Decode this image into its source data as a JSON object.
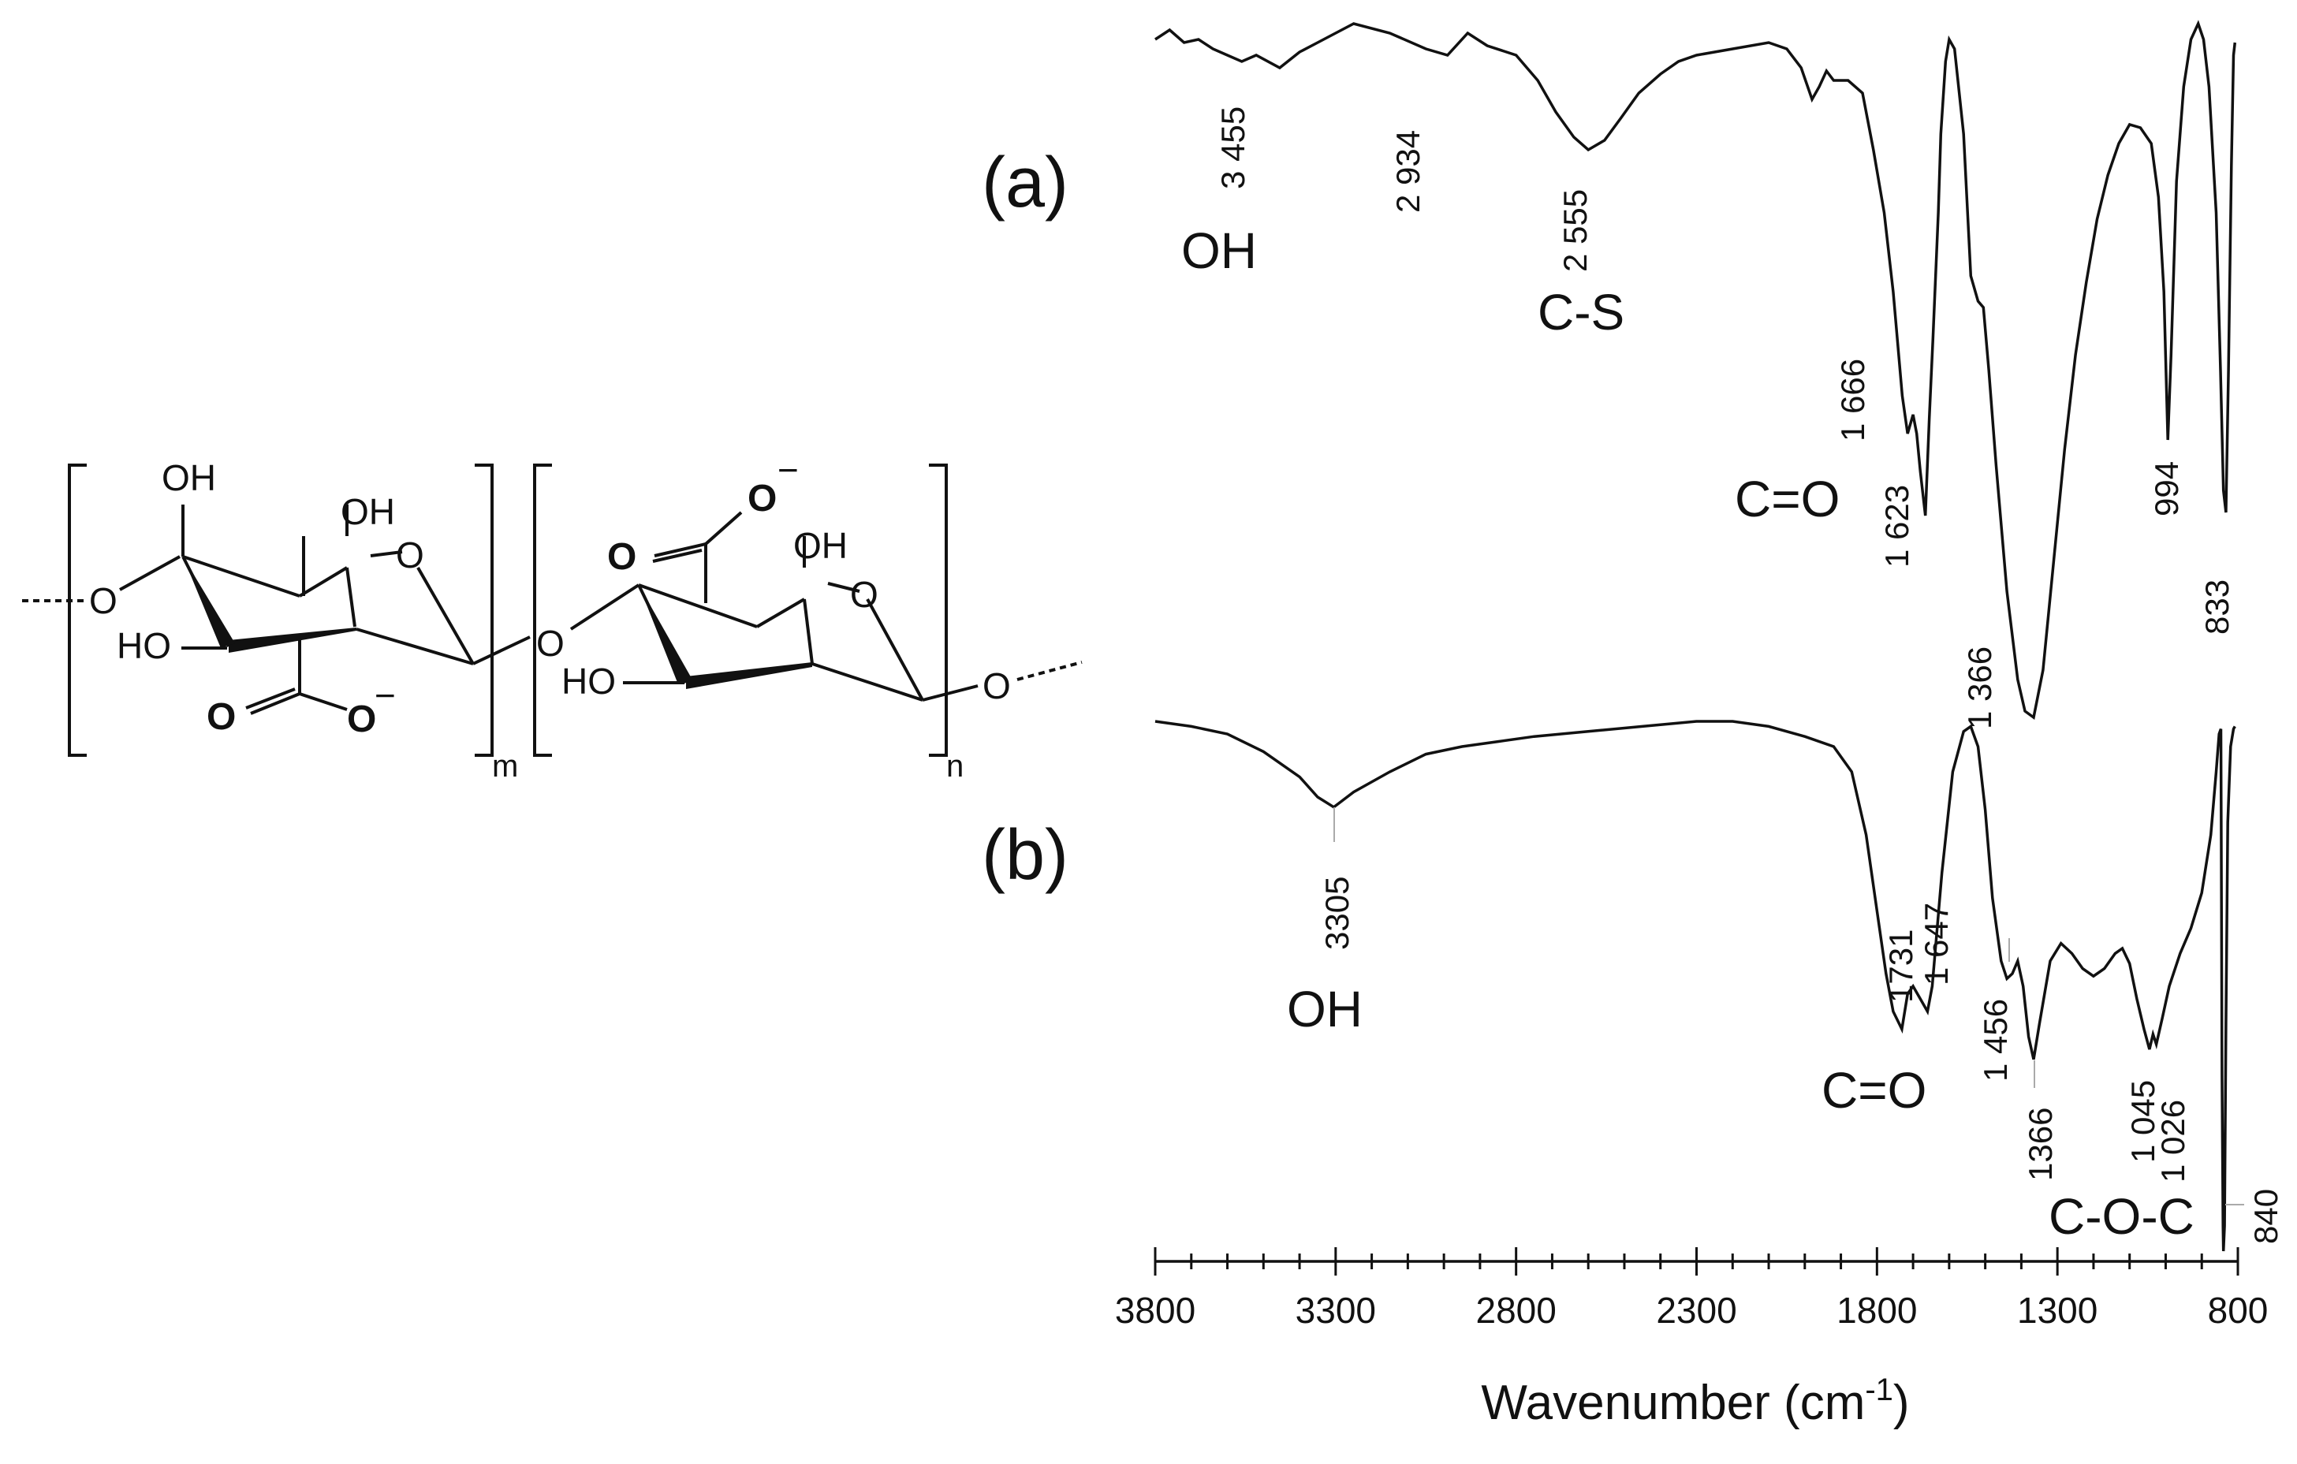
{
  "chart_data": {
    "type": "line",
    "xlabel": "Wavenumber (cm",
    "xlabel_sup": "-1",
    "xlabel_end": ")",
    "xlim": [
      3800,
      800
    ],
    "x_reversed": true,
    "x_ticks": [
      "3800",
      "3300",
      "2800",
      "2300",
      "1800",
      "1300",
      "800"
    ],
    "grid": false,
    "series": [
      {
        "name": "(a)",
        "points": [
          [
            3800,
            0.05
          ],
          [
            3760,
            0.02
          ],
          [
            3720,
            0.06
          ],
          [
            3680,
            0.05
          ],
          [
            3640,
            0.08
          ],
          [
            3600,
            0.1
          ],
          [
            3560,
            0.12
          ],
          [
            3520,
            0.1
          ],
          [
            3455,
            0.14
          ],
          [
            3400,
            0.09
          ],
          [
            3350,
            0.06
          ],
          [
            3300,
            0.03
          ],
          [
            3250,
            0.0
          ],
          [
            3150,
            0.03
          ],
          [
            3050,
            0.08
          ],
          [
            2990,
            0.1
          ],
          [
            2934,
            0.03
          ],
          [
            2880,
            0.07
          ],
          [
            2800,
            0.1
          ],
          [
            2740,
            0.18
          ],
          [
            2690,
            0.28
          ],
          [
            2640,
            0.36
          ],
          [
            2600,
            0.4
          ],
          [
            2555,
            0.37
          ],
          [
            2510,
            0.3
          ],
          [
            2460,
            0.22
          ],
          [
            2400,
            0.16
          ],
          [
            2350,
            0.12
          ],
          [
            2300,
            0.1
          ],
          [
            2200,
            0.08
          ],
          [
            2100,
            0.06
          ],
          [
            2050,
            0.08
          ],
          [
            2010,
            0.14
          ],
          [
            1980,
            0.24
          ],
          [
            1960,
            0.2
          ],
          [
            1940,
            0.15
          ],
          [
            1920,
            0.18
          ],
          [
            1880,
            0.18
          ],
          [
            1840,
            0.22
          ],
          [
            1810,
            0.4
          ],
          [
            1780,
            0.6
          ],
          [
            1755,
            0.85
          ],
          [
            1730,
            1.18
          ],
          [
            1715,
            1.3
          ],
          [
            1700,
            1.24
          ],
          [
            1690,
            1.3
          ],
          [
            1680,
            1.42
          ],
          [
            1666,
            1.56
          ],
          [
            1655,
            1.25
          ],
          [
            1645,
            1.0
          ],
          [
            1630,
            0.6
          ],
          [
            1623,
            0.35
          ],
          [
            1610,
            0.12
          ],
          [
            1600,
            0.05
          ],
          [
            1585,
            0.08
          ],
          [
            1560,
            0.35
          ],
          [
            1540,
            0.8
          ],
          [
            1520,
            0.88
          ],
          [
            1505,
            0.9
          ],
          [
            1490,
            1.1
          ],
          [
            1470,
            1.4
          ],
          [
            1440,
            1.8
          ],
          [
            1410,
            2.08
          ],
          [
            1390,
            2.18
          ],
          [
            1366,
            2.2
          ],
          [
            1340,
            2.05
          ],
          [
            1310,
            1.7
          ],
          [
            1280,
            1.35
          ],
          [
            1250,
            1.05
          ],
          [
            1220,
            0.82
          ],
          [
            1190,
            0.62
          ],
          [
            1160,
            0.48
          ],
          [
            1130,
            0.38
          ],
          [
            1100,
            0.32
          ],
          [
            1070,
            0.33
          ],
          [
            1040,
            0.38
          ],
          [
            1020,
            0.55
          ],
          [
            1005,
            0.85
          ],
          [
            994,
            1.32
          ],
          [
            985,
            1.05
          ],
          [
            970,
            0.5
          ],
          [
            950,
            0.2
          ],
          [
            930,
            0.05
          ],
          [
            910,
            0.0
          ],
          [
            895,
            0.05
          ],
          [
            880,
            0.2
          ],
          [
            860,
            0.6
          ],
          [
            848,
            1.1
          ],
          [
            840,
            1.48
          ],
          [
            833,
            1.55
          ],
          [
            826,
            1.1
          ],
          [
            818,
            0.45
          ],
          [
            812,
            0.1
          ],
          [
            808,
            0.06
          ]
        ]
      },
      {
        "name": "(b)",
        "points": [
          [
            3800,
            0.0
          ],
          [
            3700,
            0.02
          ],
          [
            3600,
            0.05
          ],
          [
            3500,
            0.12
          ],
          [
            3400,
            0.22
          ],
          [
            3350,
            0.3
          ],
          [
            3305,
            0.34
          ],
          [
            3250,
            0.28
          ],
          [
            3150,
            0.2
          ],
          [
            3050,
            0.13
          ],
          [
            2950,
            0.1
          ],
          [
            2850,
            0.08
          ],
          [
            2750,
            0.06
          ],
          [
            2600,
            0.04
          ],
          [
            2450,
            0.02
          ],
          [
            2300,
            0.0
          ],
          [
            2200,
            0.0
          ],
          [
            2100,
            0.02
          ],
          [
            2000,
            0.06
          ],
          [
            1920,
            0.1
          ],
          [
            1870,
            0.2
          ],
          [
            1830,
            0.45
          ],
          [
            1800,
            0.75
          ],
          [
            1775,
            1.0
          ],
          [
            1755,
            1.15
          ],
          [
            1731,
            1.22
          ],
          [
            1715,
            1.08
          ],
          [
            1700,
            1.05
          ],
          [
            1680,
            1.1
          ],
          [
            1660,
            1.15
          ],
          [
            1647,
            1.05
          ],
          [
            1620,
            0.6
          ],
          [
            1590,
            0.2
          ],
          [
            1560,
            0.04
          ],
          [
            1540,
            0.02
          ],
          [
            1520,
            0.1
          ],
          [
            1500,
            0.35
          ],
          [
            1480,
            0.7
          ],
          [
            1456,
            0.95
          ],
          [
            1440,
            1.02
          ],
          [
            1425,
            1.0
          ],
          [
            1410,
            0.95
          ],
          [
            1395,
            1.05
          ],
          [
            1380,
            1.25
          ],
          [
            1366,
            1.34
          ],
          [
            1350,
            1.2
          ],
          [
            1320,
            0.95
          ],
          [
            1290,
            0.88
          ],
          [
            1260,
            0.92
          ],
          [
            1230,
            0.98
          ],
          [
            1200,
            1.01
          ],
          [
            1170,
            0.98
          ],
          [
            1140,
            0.92
          ],
          [
            1120,
            0.9
          ],
          [
            1100,
            0.96
          ],
          [
            1080,
            1.1
          ],
          [
            1060,
            1.22
          ],
          [
            1045,
            1.3
          ],
          [
            1035,
            1.24
          ],
          [
            1026,
            1.28
          ],
          [
            1010,
            1.18
          ],
          [
            990,
            1.05
          ],
          [
            960,
            0.92
          ],
          [
            930,
            0.82
          ],
          [
            900,
            0.68
          ],
          [
            875,
            0.45
          ],
          [
            860,
            0.2
          ],
          [
            852,
            0.05
          ],
          [
            847,
            0.03
          ],
          [
            844,
            1.4
          ],
          [
            841,
            2.0
          ],
          [
            840,
            2.1
          ],
          [
            837,
            2.0
          ],
          [
            833,
            1.2
          ],
          [
            828,
            0.4
          ],
          [
            820,
            0.1
          ],
          [
            812,
            0.03
          ],
          [
            808,
            0.02
          ]
        ]
      }
    ],
    "annotations": {
      "a": {
        "panel": "(a)",
        "peaks": [
          "3 455",
          "2 934",
          "2 555",
          "1 666",
          "1 623",
          "1 366",
          "994",
          "833"
        ],
        "groups": [
          "OH",
          "C-S",
          "C=O"
        ]
      },
      "b": {
        "panel": "(b)",
        "peaks": [
          "3305",
          "1731",
          "1 647",
          "1 456",
          "1366",
          "1 045",
          "1 026",
          "840"
        ],
        "groups": [
          "OH",
          "C=O",
          "C-O-C"
        ]
      }
    }
  },
  "structure": {
    "oh": "OH",
    "ho": "HO",
    "o": "O",
    "o_minus": "O",
    "minus": "−",
    "sub_m": "m",
    "sub_n": "n"
  }
}
